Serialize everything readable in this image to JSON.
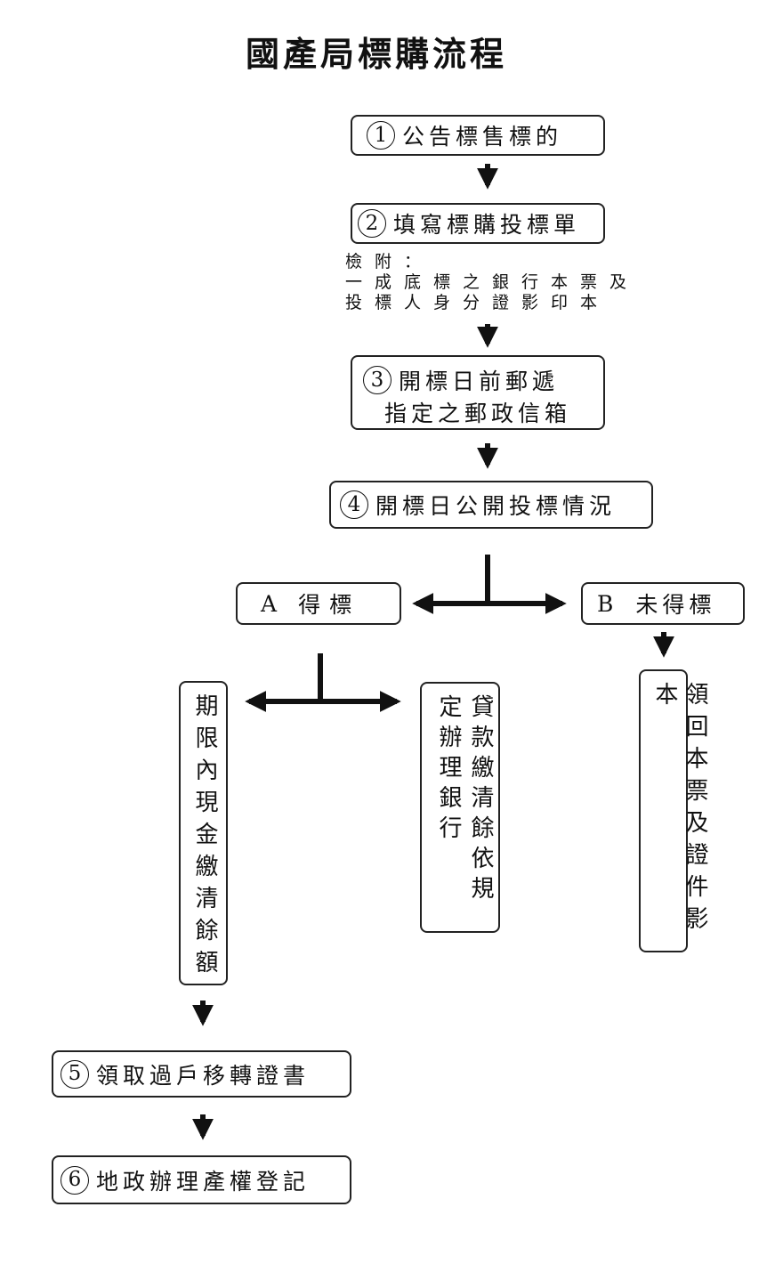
{
  "title": "國產局標購流程",
  "steps": [
    {
      "num": "1",
      "text": "公告標售標的"
    },
    {
      "num": "2",
      "text": "填寫標購投標單"
    },
    {
      "num": "3",
      "text": "開標日前郵遞",
      "text2": "指定之郵政信箱"
    },
    {
      "num": "4",
      "text": "開標日公開投標情況"
    },
    {
      "num": "5",
      "text": "領取過戶移轉證書"
    },
    {
      "num": "6",
      "text": "地政辦理產權登記"
    }
  ],
  "attachment_note": {
    "line1": "檢附：",
    "line2": "一成底標之銀行本票及",
    "line3": "投標人身分證影印本"
  },
  "branch_a": {
    "letter": "A",
    "label": "得標"
  },
  "branch_b": {
    "letter": "B",
    "label": "未得標"
  },
  "option_cash": "期限內現金繳清餘額",
  "option_loan": "貸款繳清餘依規定辦理銀行",
  "refund": "領回本票及證件影本"
}
